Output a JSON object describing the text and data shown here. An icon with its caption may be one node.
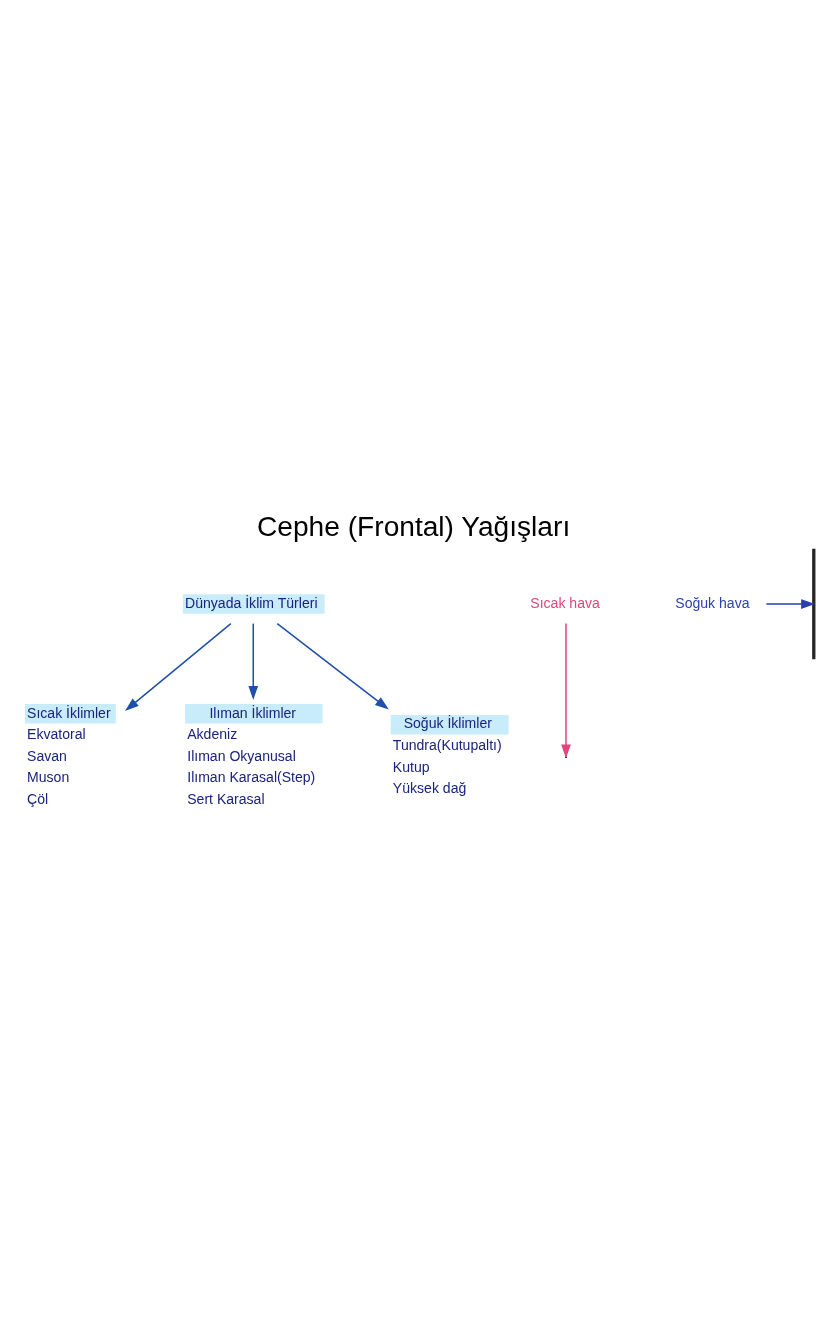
{
  "diagram": {
    "title": "Cephe (Frontal) Yağışları",
    "nodes": [
      {
        "text": [
          "Dünyada İklim Türleri"
        ]
      },
      {
        "text": [
          "Sıcak İklimler",
          "Ekvatoral",
          "Savan",
          "Muson",
          "Çöl"
        ]
      },
      {
        "text": [
          "Ilıman İklimler",
          "Akdeniz",
          "Ilıman Okyanusal",
          "Ilıman Karasal(Step)",
          "Sert Karasal"
        ]
      },
      {
        "text": [
          "Soğuk İklimler",
          "Tundra(Kutupaltı)",
          "Kutup",
          "Yüksek dağ"
        ]
      },
      {
        "text": [
          "Sıcak hava"
        ]
      },
      {
        "text": [],
        "shape": "line"
      },
      {
        "text": [
          "Soğuk hava"
        ]
      }
    ],
    "edges": [
      {
        "from": 0,
        "to": 1,
        "arrow": "to"
      },
      {
        "from": 0,
        "to": 2,
        "arrow": "to"
      },
      {
        "from": 0,
        "to": 3,
        "arrow": "to"
      },
      {
        "from": 4,
        "to": null,
        "arrow": "to",
        "color": "#e0457b"
      },
      {
        "from": 6,
        "to": 5,
        "arrow": "to",
        "color": "#2b3fb0"
      }
    ]
  }
}
